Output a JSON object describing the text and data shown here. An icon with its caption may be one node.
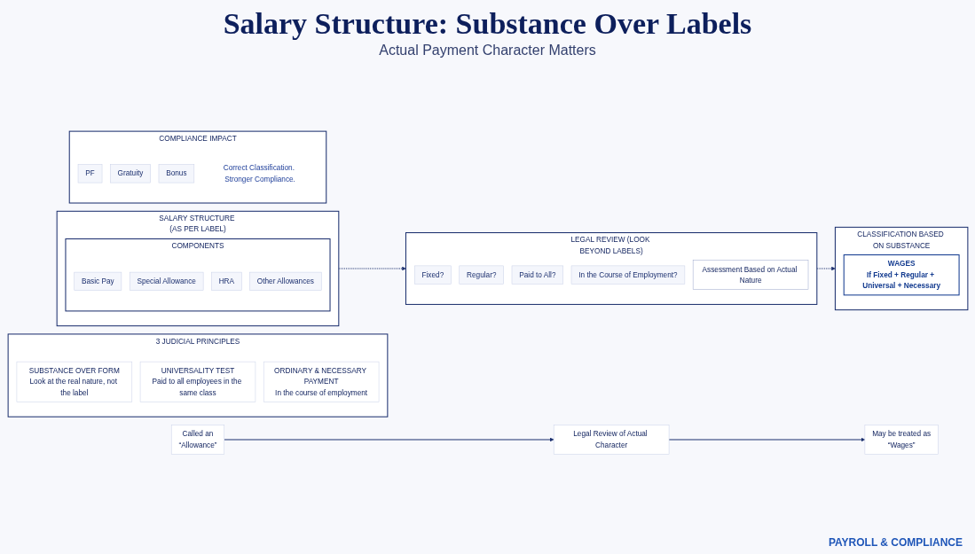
{
  "diagram": {
    "title": "Salary Structure: Substance Over Labels",
    "nodes": [
      {
        "text": [
          "3 JUDICIAL PRINCIPLES"
        ]
      },
      {
        "text": [
          "SUBSTANCE OVER FORM",
          "Look at the real nature, not the label"
        ],
        "in": 0
      },
      {
        "text": [
          "UNIVERSALITY TEST",
          "Paid to all employees in the same class"
        ],
        "in": 0
      },
      {
        "text": [
          "ORDINARY & NECESSARY PAYMENT",
          "In the course of employment"
        ],
        "in": 0
      },
      {
        "text": [
          "SALARY STRUCTURE (AS PER LABEL)"
        ]
      },
      {
        "text": [
          "COMPONENTS"
        ],
        "in": 4
      },
      {
        "text": [
          "Basic Pay"
        ],
        "in": 5
      },
      {
        "text": [
          "Special Allowance"
        ],
        "in": 5
      },
      {
        "text": [
          "HRA"
        ],
        "in": 5
      },
      {
        "text": [
          "Other Allowances"
        ],
        "in": 5
      },
      {
        "text": [
          "LEGAL REVIEW (LOOK BEYOND LABELS)"
        ]
      },
      {
        "text": [
          "Fixed?"
        ],
        "in": 10
      },
      {
        "text": [
          "Regular?"
        ],
        "in": 10
      },
      {
        "text": [
          "Paid to All?"
        ],
        "in": 10
      },
      {
        "text": [
          "In the Course of Employment?"
        ],
        "in": 10
      },
      {
        "text": [
          "Assessment Based on Actual Nature"
        ],
        "in": 10
      },
      {
        "text": [
          "CLASSIFICATION BASED ON SUBSTANCE"
        ]
      },
      {
        "text": [
          "WAGES",
          "If Fixed + Regular + Universal + Necessary"
        ],
        "in": 16
      },
      {
        "text": [
          "COMPLIANCE IMPACT"
        ]
      },
      {
        "text": [
          "PF"
        ],
        "in": 18
      },
      {
        "text": [
          "Gratuity"
        ],
        "in": 18
      },
      {
        "text": [
          "Bonus"
        ],
        "in": 18
      },
      {
        "text": [
          "Correct Classification. Stronger Compliance."
        ],
        "in": 18
      },
      {
        "text": [
          "Called an",
          "“Allowance”"
        ]
      },
      {
        "text": [
          "Legal Review of Actual Character"
        ]
      },
      {
        "text": [
          "May be treated as",
          "“Wages”"
        ]
      }
    ],
    "edges": [
      {
        "from": 4,
        "to": 10,
        "arrow": "to",
        "style": "dashed"
      },
      {
        "from": 10,
        "to": 16,
        "arrow": "to",
        "style": "dashed"
      },
      {
        "from": 23,
        "to": 24,
        "arrow": "to"
      },
      {
        "from": 24,
        "to": 25,
        "arrow": "to"
      }
    ],
    "labels": [
      "Actual Payment Character Matters",
      "PAYROLL & COMPLIANCE"
    ]
  }
}
